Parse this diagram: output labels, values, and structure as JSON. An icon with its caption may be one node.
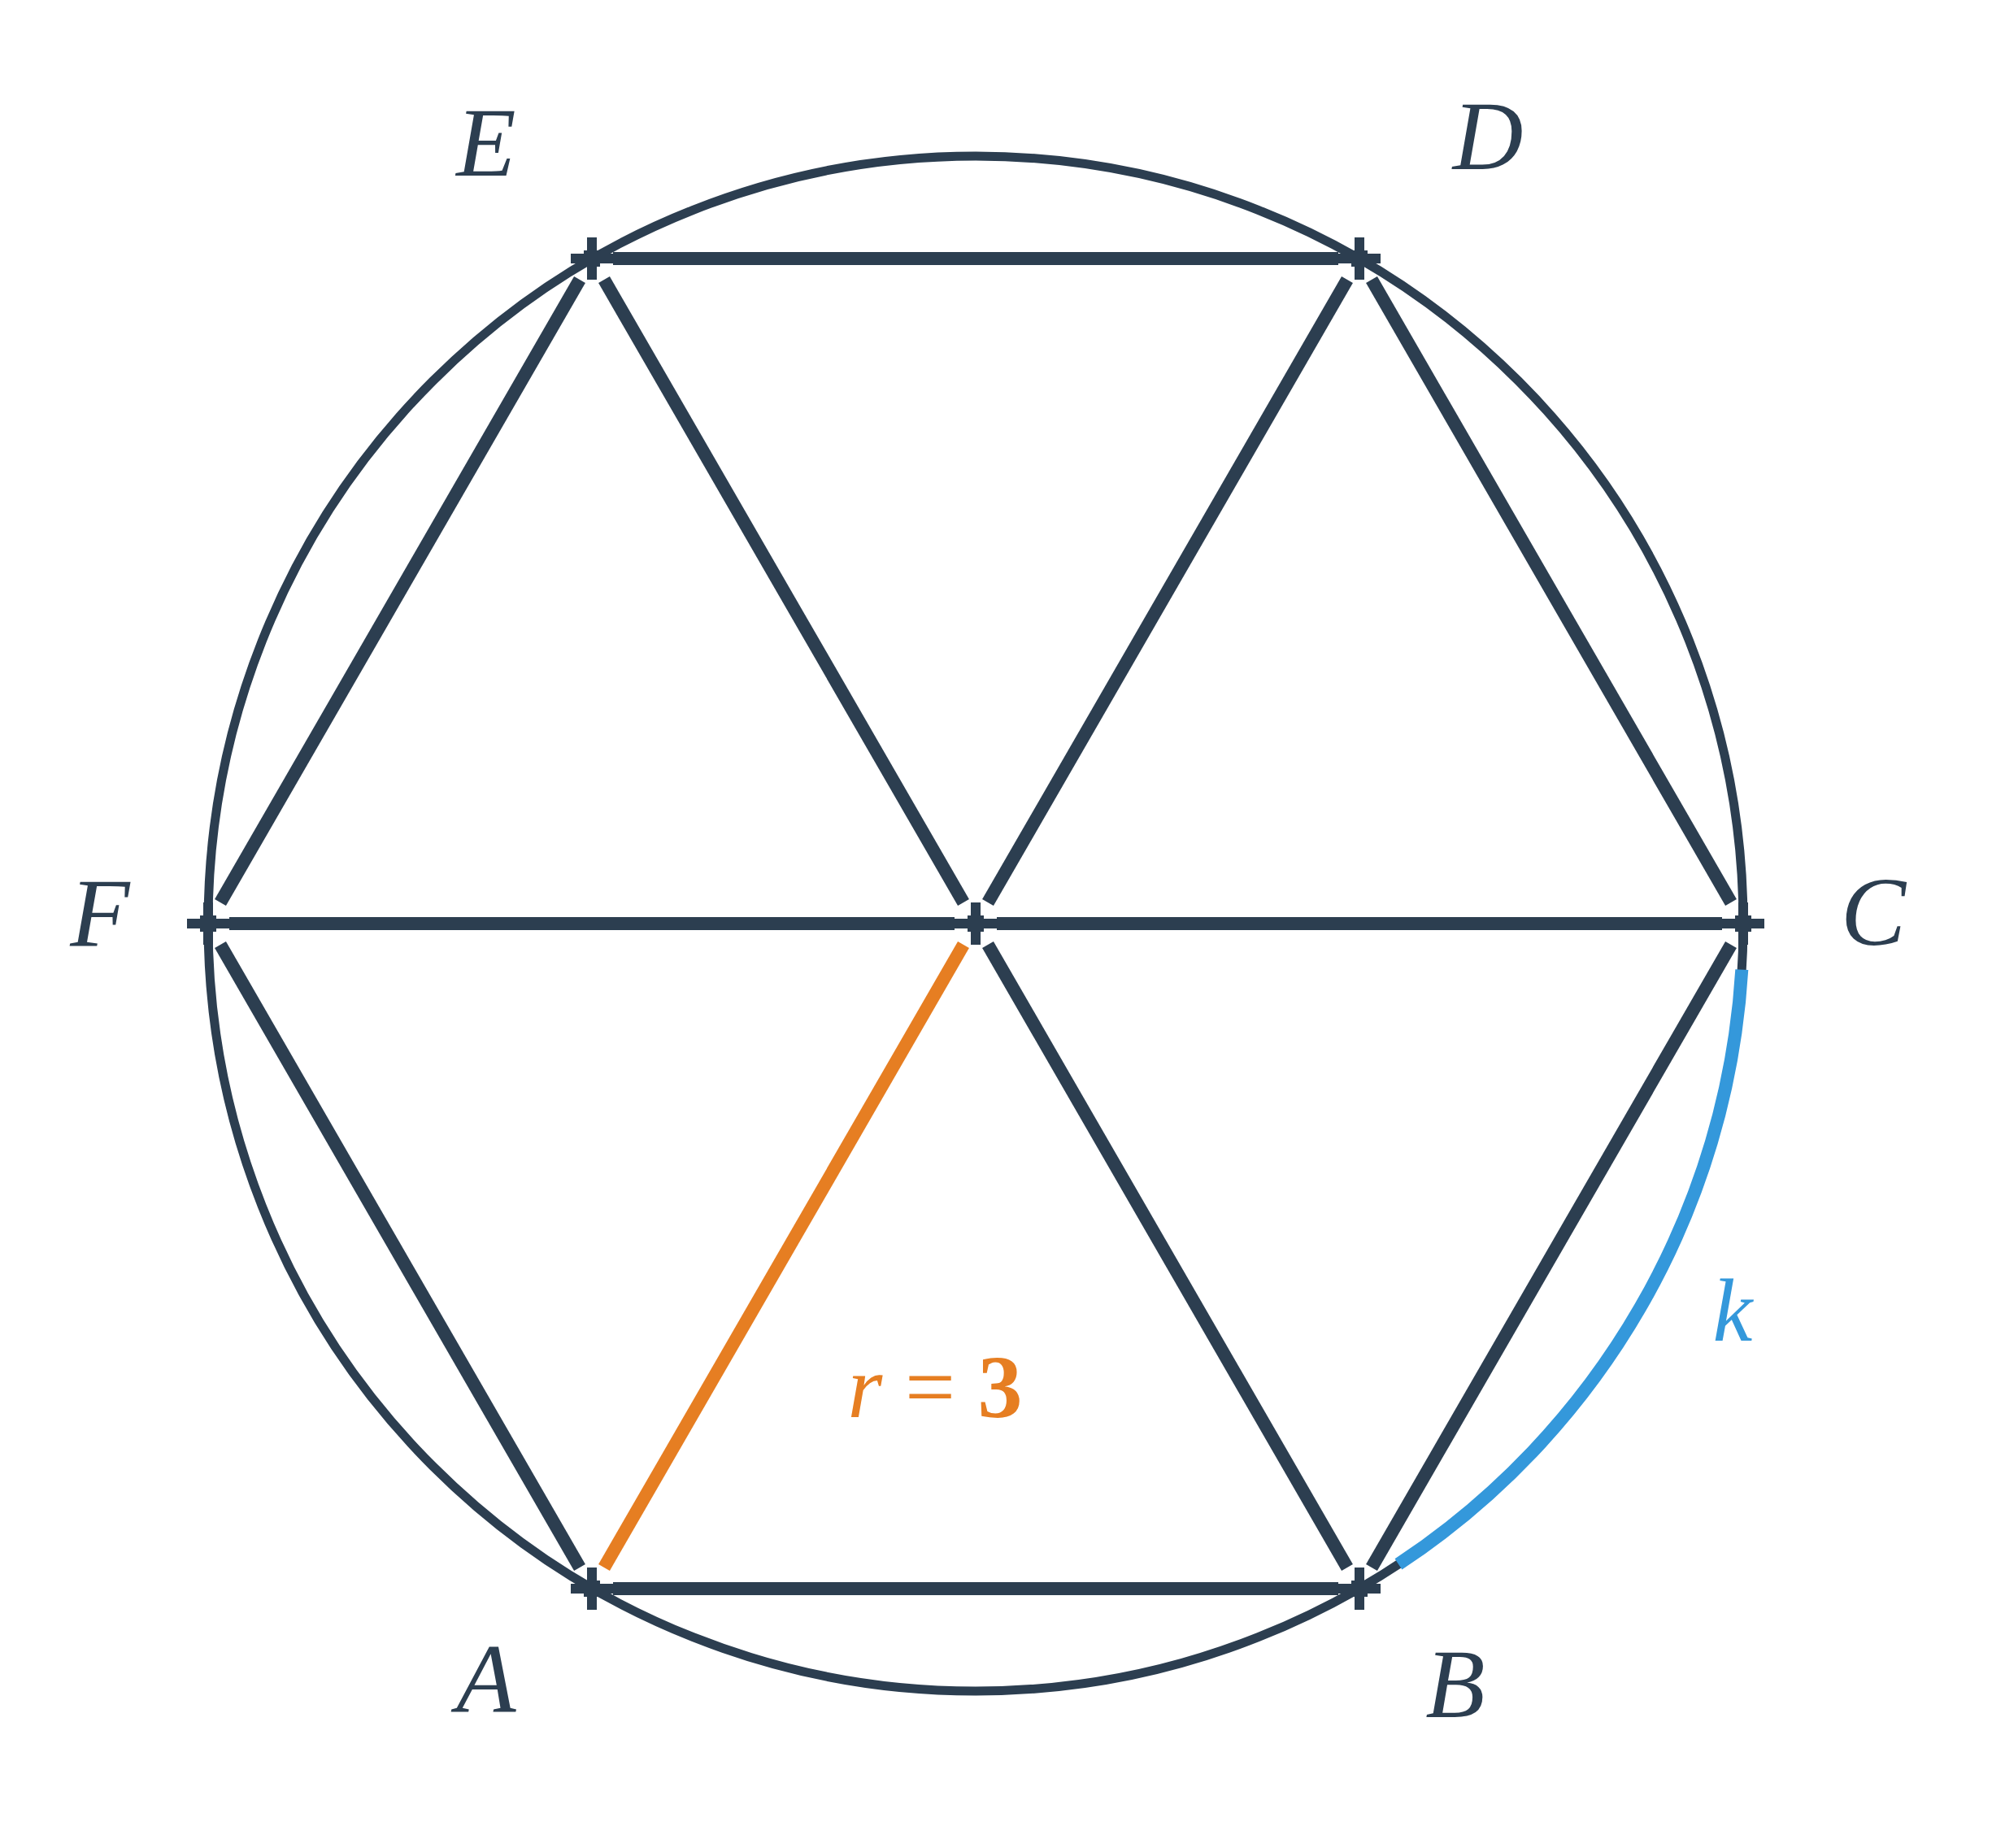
{
  "diagram": {
    "nodes": [
      {
        "text": [],
        "shape": "point",
        "beside": [
          "E"
        ]
      },
      {
        "text": [],
        "shape": "point",
        "beside": [
          "D"
        ]
      },
      {
        "text": [],
        "shape": "point",
        "beside": [
          "F"
        ]
      },
      {
        "text": [],
        "shape": "point"
      },
      {
        "text": [],
        "shape": "point",
        "beside": [
          "C"
        ]
      },
      {
        "text": [],
        "shape": "point",
        "beside": [
          "A"
        ]
      },
      {
        "text": [],
        "shape": "point",
        "beside": [
          "B"
        ]
      }
    ],
    "edges": [
      {
        "from": 0,
        "to": 1,
        "arrow": "none"
      },
      {
        "from": 1,
        "to": 4,
        "arrow": "none"
      },
      {
        "from": 4,
        "to": 6,
        "arrow": "none"
      },
      {
        "from": 6,
        "to": 5,
        "arrow": "none"
      },
      {
        "from": 5,
        "to": 2,
        "arrow": "none"
      },
      {
        "from": 2,
        "to": 0,
        "arrow": "none"
      },
      {
        "from": 3,
        "to": 0,
        "arrow": "none"
      },
      {
        "from": 3,
        "to": 1,
        "arrow": "none"
      },
      {
        "from": 3,
        "to": 2,
        "arrow": "none"
      },
      {
        "from": 3,
        "to": 4,
        "arrow": "none"
      },
      {
        "from": 3,
        "to": 5,
        "arrow": "none",
        "label": "*r* = **3**",
        "color": "#e67e22"
      },
      {
        "from": 3,
        "to": 6,
        "arrow": "none"
      },
      {
        "from": 6,
        "to": 4,
        "arrow": "none",
        "label": "*k*",
        "color": "#3498db"
      }
    ]
  }
}
